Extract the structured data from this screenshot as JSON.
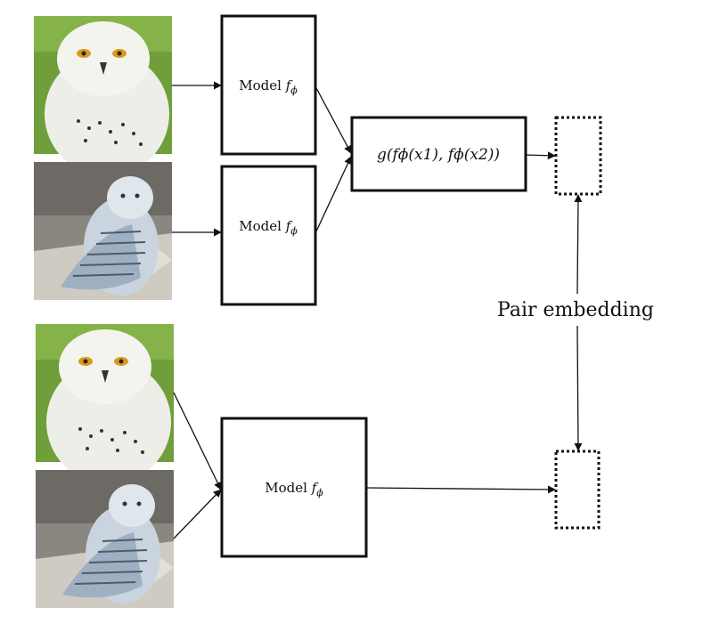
{
  "top": {
    "model_1_label": "Model",
    "model_2_label": "Model",
    "model_symbol": "f",
    "model_subscript": "ϕ",
    "aggregator_label": "g(fϕ(x1), fϕ(x2))"
  },
  "bottom": {
    "model_label": "Model",
    "model_symbol": "f",
    "model_subscript": "ϕ"
  },
  "pair_embedding_label": "Pair embedding",
  "images": [
    {
      "name": "snowy-owl-face-photo",
      "scene": "snowy owl close-up on green grass"
    },
    {
      "name": "snowy-owl-perched-photo",
      "scene": "barred snowy owl perched on driftwood"
    },
    {
      "name": "snowy-owl-face-photo",
      "scene": "snowy owl close-up on green grass"
    },
    {
      "name": "snowy-owl-perched-photo",
      "scene": "barred snowy owl perched on driftwood"
    }
  ],
  "colors": {
    "stroke": "#111111",
    "grass": "#6f9e3a",
    "owl_white": "#f1f1ec",
    "wood": "#c8c4bc"
  }
}
